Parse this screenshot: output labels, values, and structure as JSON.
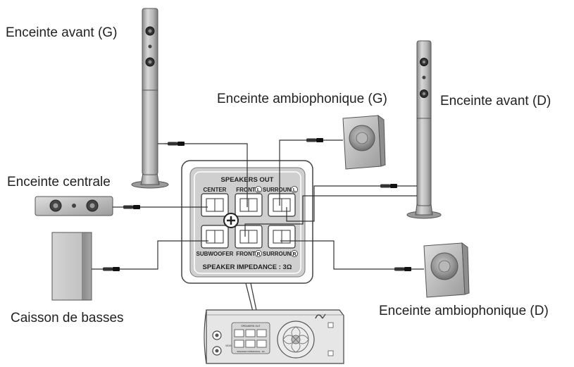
{
  "labels": {
    "front_left": "Enceinte avant (G)",
    "front_right": "Enceinte avant (D)",
    "surround_left": "Enceinte ambiophonique (G)",
    "surround_right": "Enceinte ambiophonique (D)",
    "center": "Enceinte centrale",
    "subwoofer": "Caisson de basses"
  },
  "panel": {
    "title": "SPEAKERS OUT",
    "impedance": "SPEAKER IMPEDANCE : 3Ω",
    "terminals": {
      "center": "CENTER",
      "front_l": "FRONT",
      "front_l_side": "L",
      "surround_l": "SURROUND",
      "surround_l_side": "L",
      "subwoofer": "SUBWOOFER",
      "front_r": "FRONT",
      "front_r_side": "R",
      "surround_r": "SURROUND",
      "surround_r_side": "R"
    }
  },
  "receiver": {
    "mini_title": "SPEAKERS OUT",
    "mini_impedance": "SPEAKER IMPEDANCE : 3Ω",
    "video_out": "VIDEO OUT"
  }
}
